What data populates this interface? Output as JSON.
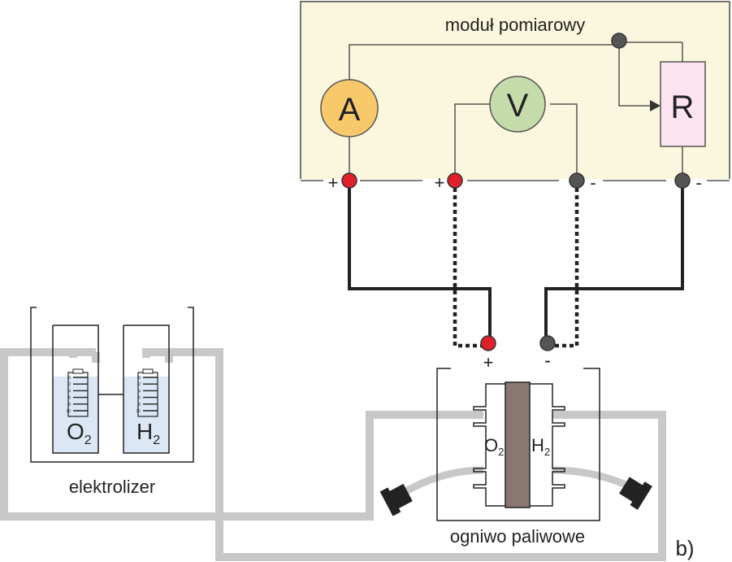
{
  "measurement_module": {
    "title": "moduł pomiarowy"
  },
  "meters": {
    "ammeter": "A",
    "voltmeter": "V",
    "resistor": "R"
  },
  "terminals": {
    "module_plus_ammeter": "+",
    "module_plus_voltmeter": "+",
    "module_minus_voltmeter": "-",
    "module_minus_resistor": "-",
    "cell_plus": "+",
    "cell_minus": "-"
  },
  "electrolyzer": {
    "label": "elektrolizer",
    "left_gas": "O",
    "left_sub": "2",
    "right_gas": "H",
    "right_sub": "2",
    "scale": [
      "0",
      "2",
      "4",
      "6",
      "8",
      "10"
    ]
  },
  "fuel_cell": {
    "label": "ogniwo paliwowe",
    "left_gas": "O",
    "left_sub": "2",
    "right_gas": "H",
    "right_sub": "2"
  },
  "panel_label": "b)",
  "colors": {
    "module_bg": "#fbf7de",
    "ammeter": "#f8c96a",
    "voltmeter": "#c5dbaa",
    "resistor": "#fce3f0",
    "terminal_red": "#e0202a",
    "terminal_dark": "#555555",
    "tube": "#c8c8c8",
    "water": "#dbe7f4",
    "membrane": "#8a7870"
  }
}
